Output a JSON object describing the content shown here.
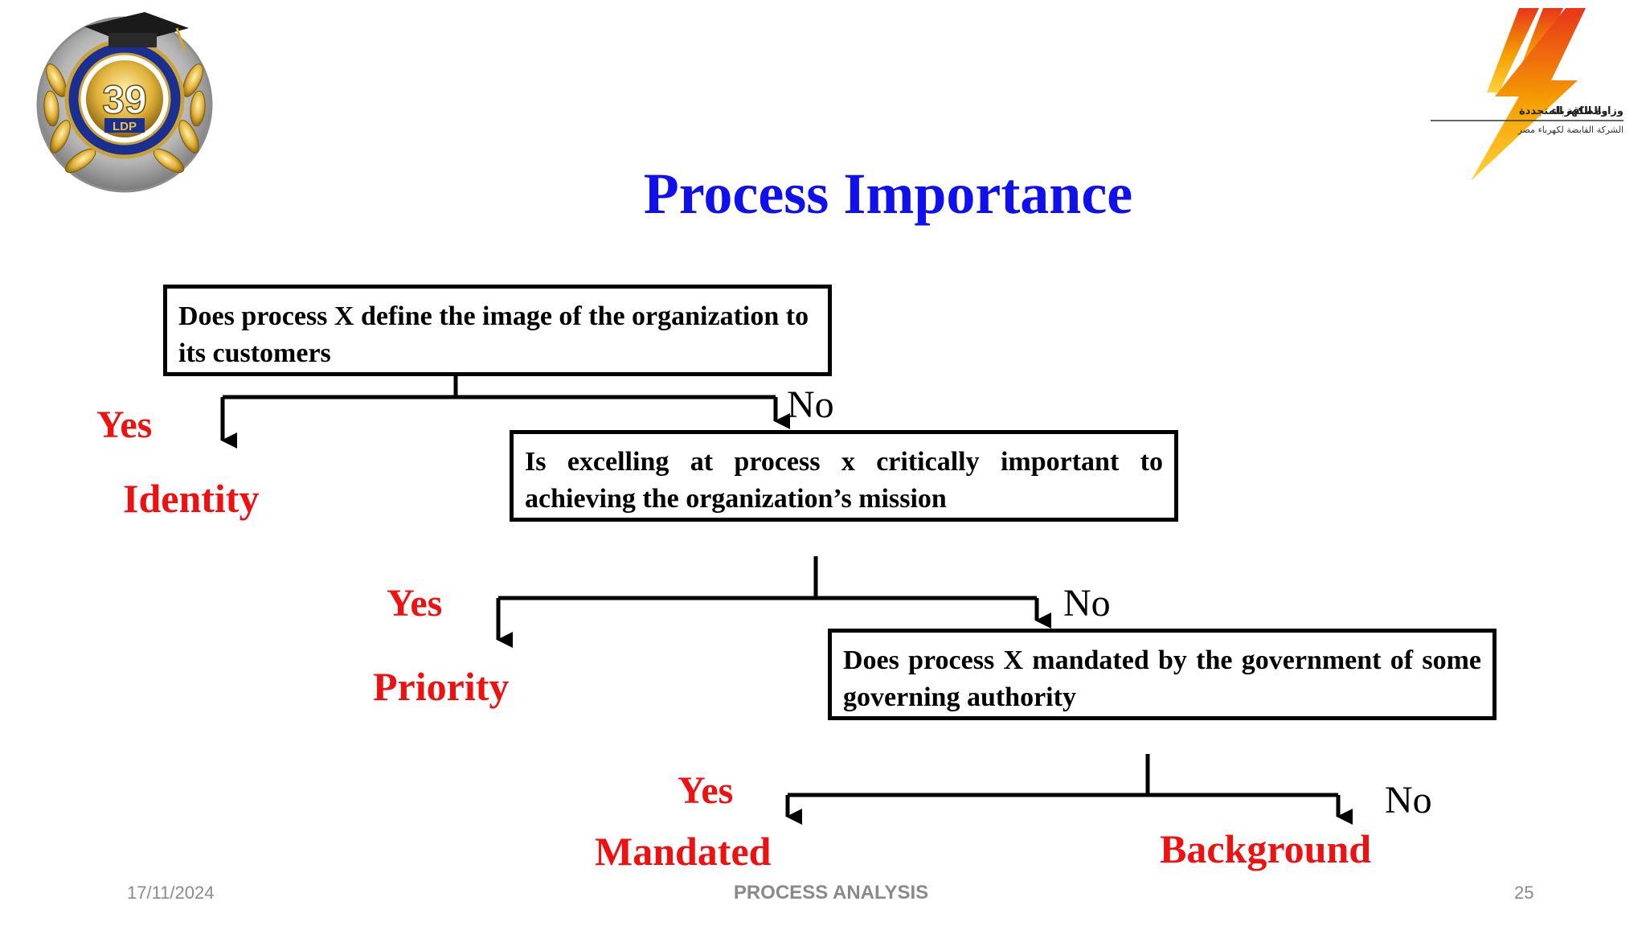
{
  "title": "Process Importance",
  "logos": {
    "left_badge_text": "39",
    "left_badge_subtext": "LDP",
    "right_logo_line1": "وزارة الكهرباء والطاقة المتجددة",
    "right_logo_line2": "الشركة القابضة لكهرباء مصر",
    "accent_colors": [
      "#f5a000",
      "#e8351a",
      "#ffcc00"
    ]
  },
  "questions": [
    {
      "text": "Does process X define the image of the organization to its customers"
    },
    {
      "text": "Is excelling at process x critically important to achieving the organization’s mission"
    },
    {
      "text": "Does process X mandated by the government of some governing authority"
    }
  ],
  "branches": {
    "yes_label": "Yes",
    "no_label": "No",
    "outcomes": [
      "Identity",
      "Priority",
      "Mandated",
      "Background"
    ]
  },
  "footer": {
    "date": "17/11/2024",
    "center": "PROCESS ANALYSIS",
    "page": "25"
  },
  "colors": {
    "title": "#1010ee",
    "answers": "#ee1111",
    "lines": "#000000"
  }
}
